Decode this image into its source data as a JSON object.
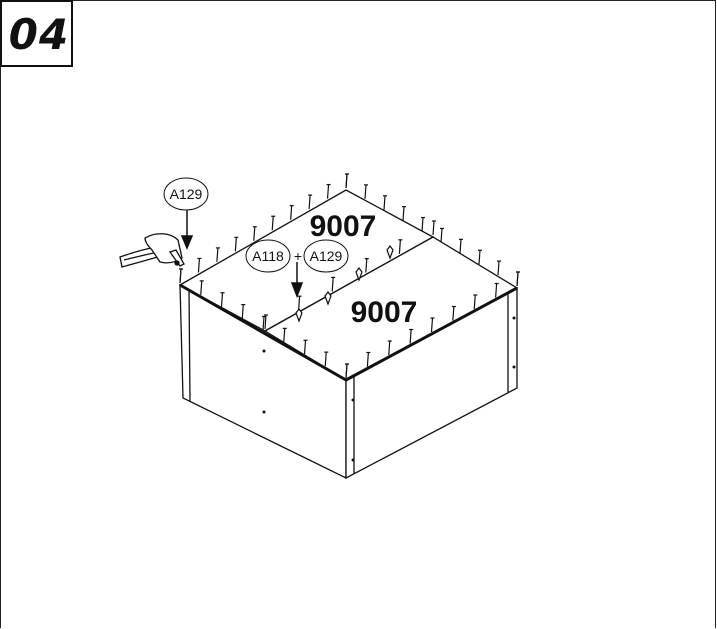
{
  "step": {
    "number": "04"
  },
  "labels": {
    "hammer_part": "A129",
    "dowel_part": "A118",
    "plus": "+",
    "nail_part": "A129",
    "panel_back": "9007",
    "panel_front": "9007"
  },
  "icons": {
    "hammer": "hammer-icon"
  },
  "colors": {
    "line": "#111111",
    "background": "#ffffff"
  }
}
